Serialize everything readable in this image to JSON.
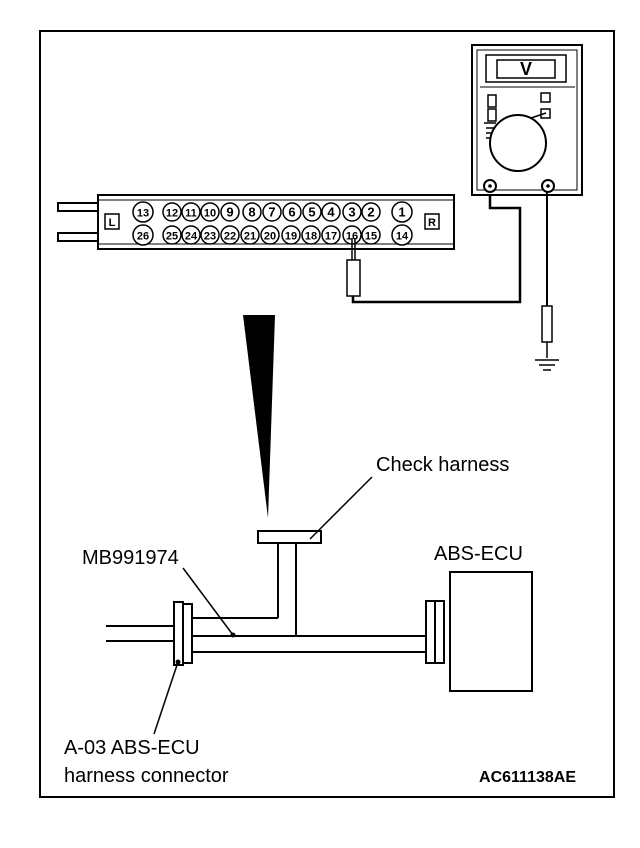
{
  "labels": {
    "check_harness": "Check harness",
    "mb_tool": "MB991974",
    "abs_ecu": "ABS-ECU",
    "connector_line1": "A-03 ABS-ECU",
    "connector_line2": "harness connector",
    "code": "AC611138AE"
  },
  "meter": {
    "display": "V"
  },
  "connector": {
    "left_marker": "L",
    "right_marker": "R",
    "top_pins": [
      "13",
      "12",
      "11",
      "10",
      "9",
      "8",
      "7",
      "6",
      "5",
      "4",
      "3",
      "2",
      "1"
    ],
    "bottom_pins": [
      "26",
      "25",
      "24",
      "23",
      "22",
      "21",
      "20",
      "19",
      "18",
      "17",
      "16",
      "15",
      "14"
    ]
  },
  "icons": {
    "ground": "ground-symbol-icon",
    "probe": "probe-icon",
    "direction": "direction-wedge-icon"
  }
}
